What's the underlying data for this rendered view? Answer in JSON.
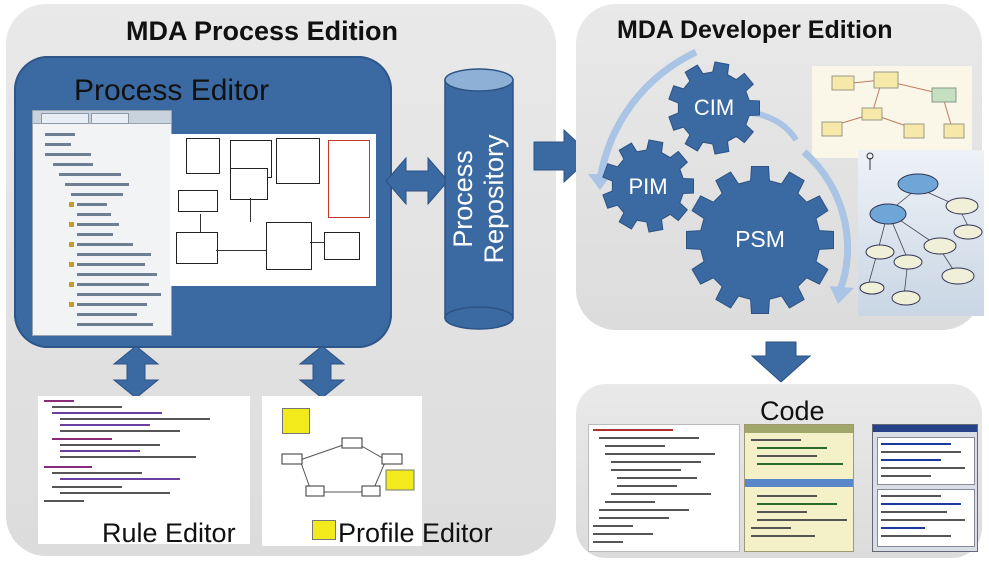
{
  "left_panel": {
    "title": "MDA Process Edition"
  },
  "process_editor": {
    "title": "Process Editor"
  },
  "repository": {
    "line1": "Process",
    "line2": "Repository"
  },
  "right_panel": {
    "title": "MDA Developer Edition"
  },
  "gears": {
    "cim": "CIM",
    "pim": "PIM",
    "psm": "PSM"
  },
  "code_panel": {
    "title": "Code"
  },
  "rule_editor": {
    "label": "Rule Editor"
  },
  "profile_editor": {
    "label": "Profile Editor"
  },
  "colors": {
    "blue": "#3b6aa3",
    "panel": "#e2e2e2",
    "arc": "#a9c4e4"
  }
}
